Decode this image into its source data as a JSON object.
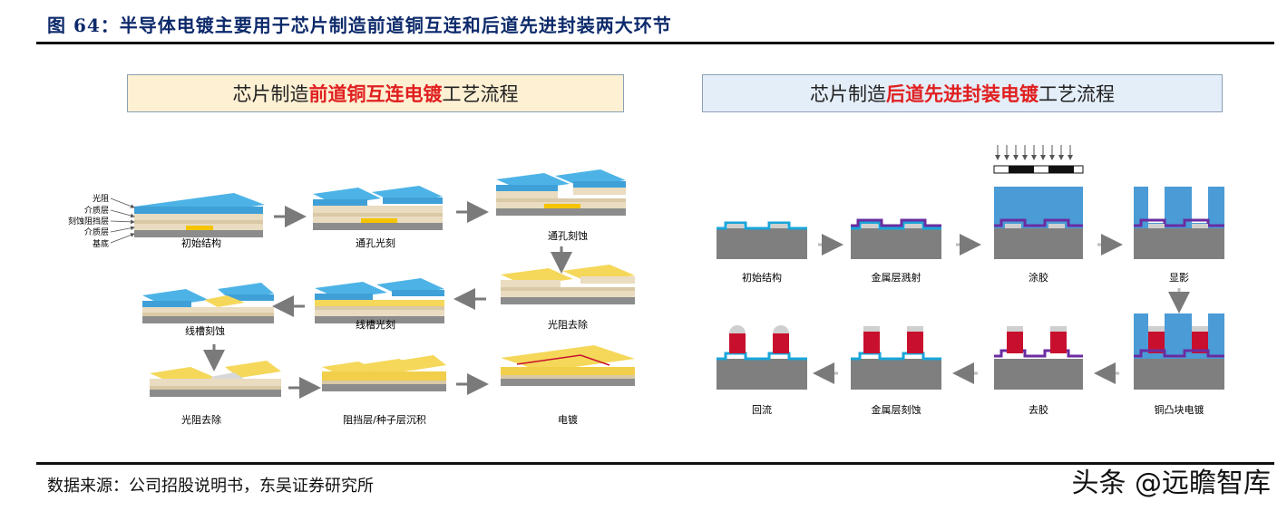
{
  "figure": {
    "title": "图 64：半导体电镀主要用于芯片制造前道铜互连和后道先进封装两大环节",
    "source": "数据来源：公司招股说明书，东吴证券研究所",
    "watermark": "头条 @远瞻智库"
  },
  "front": {
    "header_prefix": "芯片制造",
    "header_highlight": "前道铜互连电镀",
    "header_suffix": "工艺流程",
    "layer_labels": [
      "光阻",
      "介质层",
      "刻蚀阻挡层",
      "介质层",
      "基底"
    ],
    "steps": [
      "初始结构",
      "通孔光刻",
      "通孔刻蚀",
      "光阻去除",
      "线槽光刻",
      "线槽刻蚀",
      "光阻去除",
      "阻挡层/种子层沉积",
      "电镀"
    ]
  },
  "back": {
    "header_prefix": "芯片制造",
    "header_highlight": "后道先进封装电镀",
    "header_suffix": "工艺流程",
    "steps": [
      "初始结构",
      "金属层溅射",
      "涂胶",
      "显影",
      "铜凸块电镀",
      "去胶",
      "金属层刻蚀",
      "回流"
    ]
  },
  "colors": {
    "title": "#0d2a6b",
    "highlight": "#e02020",
    "photoresist": "#4db3e6",
    "yellow": "#f5d75a",
    "dielectric": "#e9dcc0",
    "copper": "#c8102e",
    "substrate": "#7f7f7f",
    "arrow": "#7a7a7a"
  }
}
